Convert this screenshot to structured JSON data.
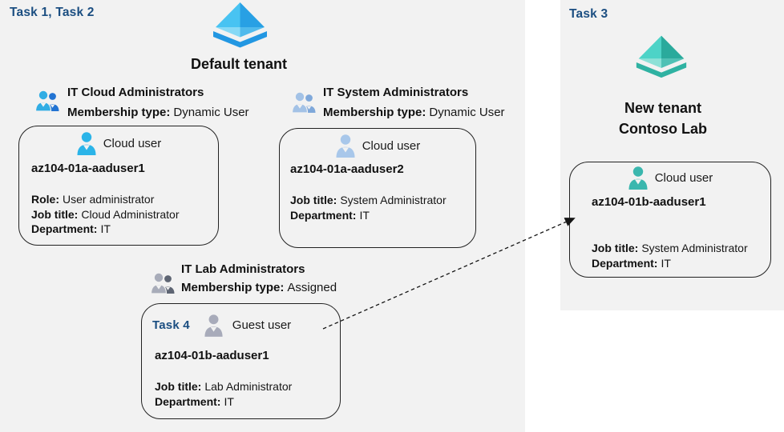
{
  "colors": {
    "panel_bg": "#f2f2f2",
    "task_label_blue": "#1b4e81",
    "box_border": "#222222",
    "arrow": "#141414",
    "azure_blue_chevron": "#2297e2",
    "azure_teal_chevron": "#2fb2a2",
    "cloud_user_blue": "#2bb4e8",
    "cloud_user_steel": "#a8c7ea",
    "guest_user_gray": "#a8abba",
    "cloud_user_teal": "#3ab7ae"
  },
  "icons": {
    "tenant": "azure-ad-diamond",
    "group": "two-people-silhouette",
    "user": "person-silhouette"
  },
  "left": {
    "task_label": "Task 1, Task 2",
    "tenant_name": "Default tenant",
    "groups": {
      "cloud": {
        "name": "IT Cloud Administrators",
        "membership_label": "Membership type:",
        "membership_value": "Dynamic User"
      },
      "system": {
        "name": "IT System Administrators",
        "membership_label": "Membership type:",
        "membership_value": "Dynamic User"
      },
      "lab": {
        "name": "IT Lab Administrators",
        "membership_label": "Membership type:",
        "membership_value": "Assigned"
      }
    },
    "users": {
      "user1": {
        "type_label": "Cloud user",
        "name": "az104-01a-aaduser1",
        "role_label": "Role:",
        "role": "User administrator",
        "job_label": "Job title:",
        "job": "Cloud Administrator",
        "dept_label": "Department:",
        "dept": "IT"
      },
      "user2": {
        "type_label": "Cloud user",
        "name": "az104-01a-aaduser2",
        "job_label": "Job title:",
        "job": "System Administrator",
        "dept_label": "Department:",
        "dept": "IT"
      },
      "guest": {
        "task_label": "Task 4",
        "type_label": "Guest user",
        "name": "az104-01b-aaduser1",
        "job_label": "Job title:",
        "job": "Lab Administrator",
        "dept_label": "Department:",
        "dept": "IT"
      }
    }
  },
  "right": {
    "task_label": "Task 3",
    "tenant_line1": "New tenant",
    "tenant_line2": "Contoso Lab",
    "user": {
      "type_label": "Cloud user",
      "name": "az104-01b-aaduser1",
      "job_label": "Job title:",
      "job": "System Administrator",
      "dept_label": "Department:",
      "dept": "IT"
    }
  }
}
